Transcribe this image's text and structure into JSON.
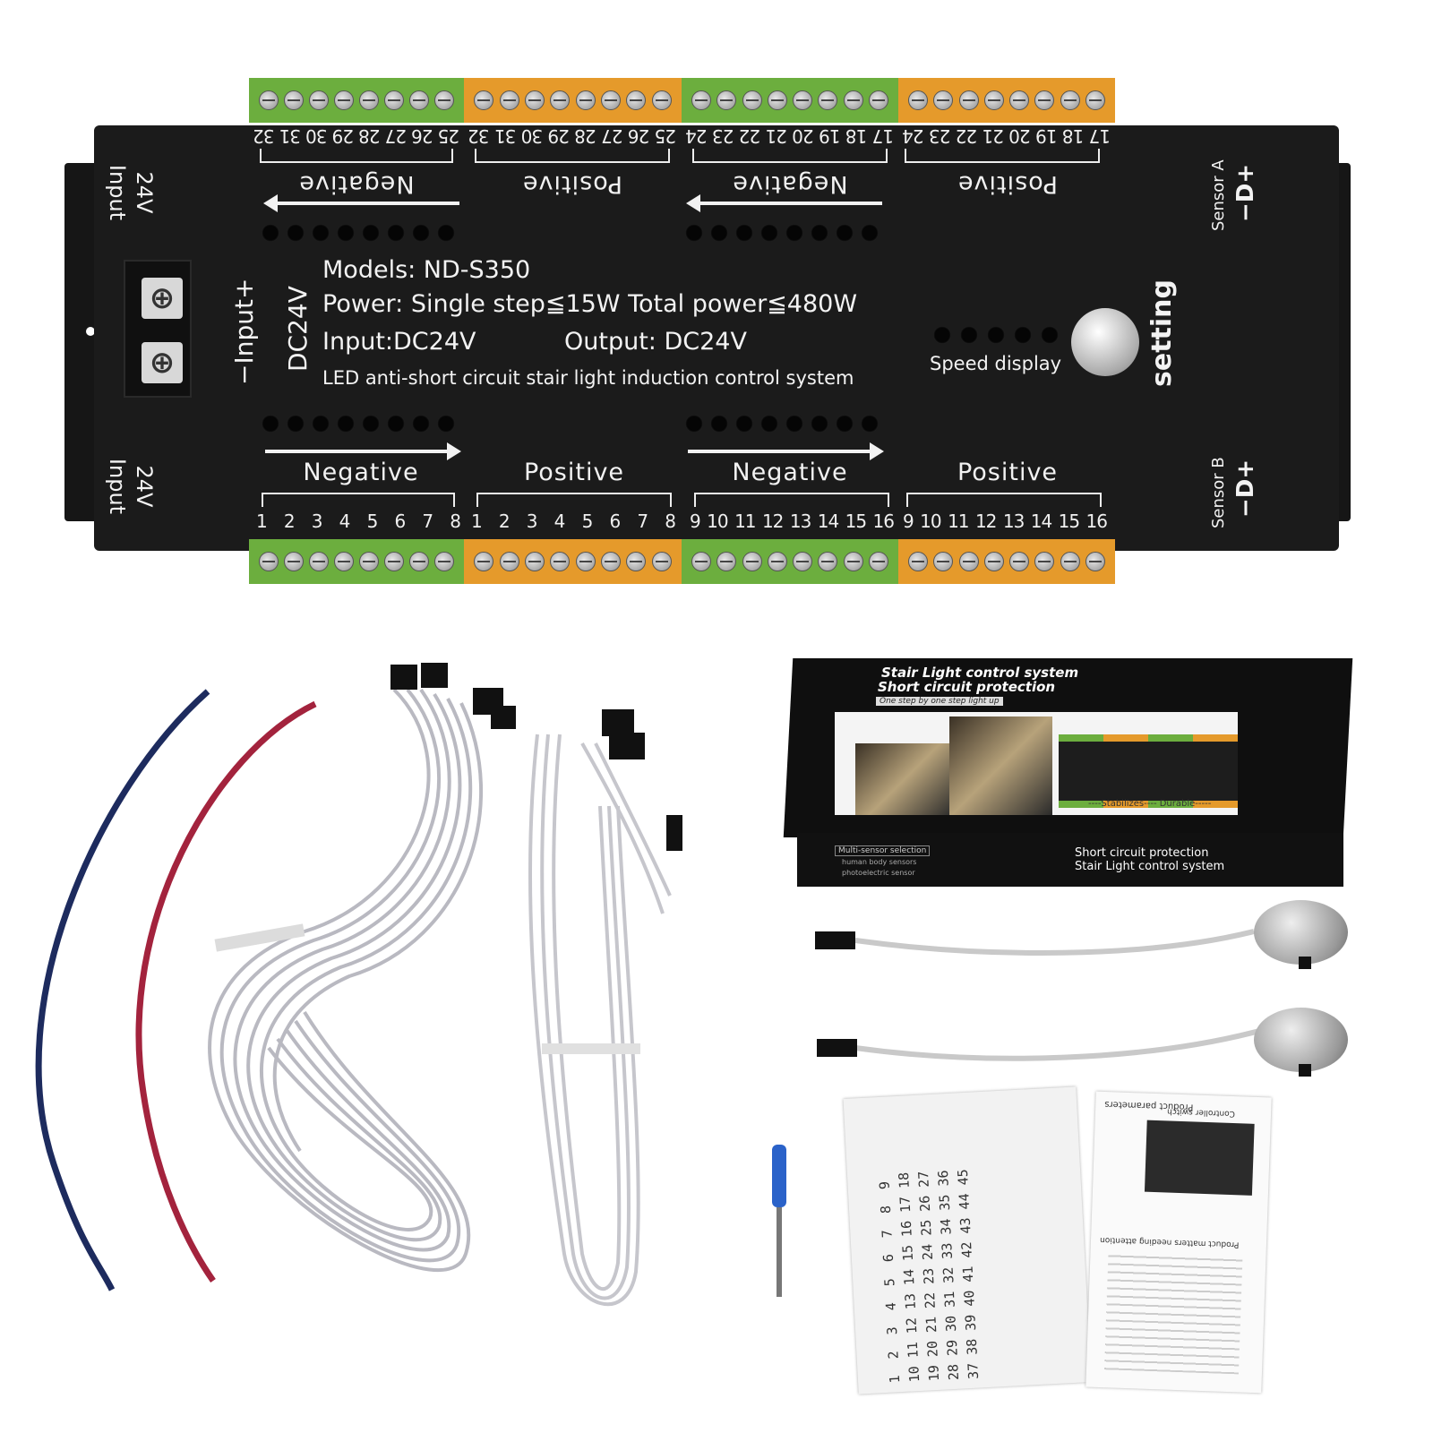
{
  "controller": {
    "model_text": "Models:  ND-S350",
    "power_text": "Power:  Single step≦15W Total power≦480W",
    "input_text": "Input:DC24V",
    "output_text": "Output:  DC24V",
    "description": "LED anti-short circuit stair light induction control system",
    "speed_display": "Speed display",
    "setting": "setting",
    "dc24v_vertical": "DC24V",
    "input_vertical": "−Input+",
    "input_24v_top": "24V Input",
    "input_24v_bottom": "24V Input",
    "sensor_a": "Sensor A",
    "sensor_a_pins": "−D+",
    "sensor_b": "Sensor B",
    "sensor_b_pins": "−D+",
    "labels": {
      "negative": "Negative",
      "positive": "Positive"
    },
    "top_numbers": {
      "g1": [
        "32",
        "31",
        "30",
        "29",
        "28",
        "27",
        "26",
        "25"
      ],
      "g2": [
        "32",
        "31",
        "30",
        "29",
        "28",
        "27",
        "26",
        "25"
      ],
      "g3": [
        "24",
        "23",
        "22",
        "21",
        "20",
        "19",
        "18",
        "17"
      ],
      "g4": [
        "24",
        "23",
        "22",
        "21",
        "20",
        "19",
        "18",
        "17"
      ]
    },
    "bottom_numbers": {
      "g1": [
        "1",
        "2",
        "3",
        "4",
        "5",
        "6",
        "7",
        "8"
      ],
      "g2": [
        "1",
        "2",
        "3",
        "4",
        "5",
        "6",
        "7",
        "8"
      ],
      "g3": [
        "9",
        "10",
        "11",
        "12",
        "13",
        "14",
        "15",
        "16"
      ],
      "g4": [
        "9",
        "10",
        "11",
        "12",
        "13",
        "14",
        "15",
        "16"
      ]
    },
    "colors": {
      "green_terminal": "#6cae3e",
      "orange_terminal": "#e59a2b",
      "board": "#1b1b1b"
    }
  },
  "package_box": {
    "title_line1": "Stair Light control system",
    "title_line2": "Short circuit protection",
    "tagline": "One step by one step light up",
    "features": "----Stabilizes---- Durable-----",
    "side_heading": "Multi-sensor selection",
    "side_option1": "human body sensors",
    "side_option2": "photoelectric sensor",
    "front_line1": "Short circuit protection",
    "front_line2": "Stair Light control system"
  },
  "manual": {
    "heading": "Product parameters",
    "attention": "Product matters needing attention",
    "switch_label": "Controller switch"
  },
  "stickers": {
    "rows": [
      "1  2  3  4  5  6  7  8  9",
      "10 11 12 13 14 15 16 17 18",
      "19 20 21 22 23 24 25 26 27",
      "28 29 30 31 32 33 34 35 36",
      "37 38 39 40 41 42 43 44 45"
    ]
  }
}
